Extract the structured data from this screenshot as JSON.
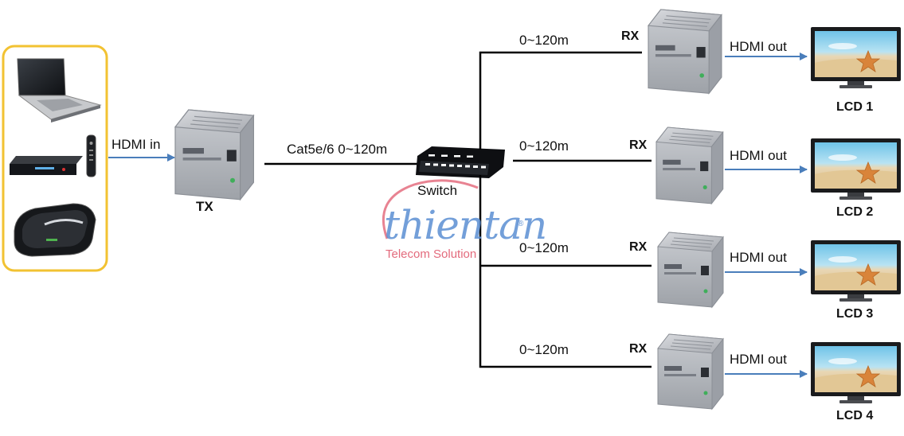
{
  "labels": {
    "hdmi_in": "HDMI in",
    "tx": "TX",
    "cat_link": "Cat5e/6 0~120m",
    "switch": "Switch",
    "rx": "RX",
    "distance": "0~120m",
    "hdmi_out": "HDMI out"
  },
  "displays": [
    "LCD 1",
    "LCD 2",
    "LCD 3",
    "LCD 4"
  ],
  "watermark": {
    "name": "thientan",
    "tagline": "Telecom Solution",
    "registered": "®"
  },
  "colors": {
    "arrow": "#4a7ebb",
    "source_border": "#f2c232",
    "line": "#000000",
    "device_body": "#b9bcc2",
    "brand_blue": "#5b8fd3",
    "brand_red": "#e05a6e"
  }
}
